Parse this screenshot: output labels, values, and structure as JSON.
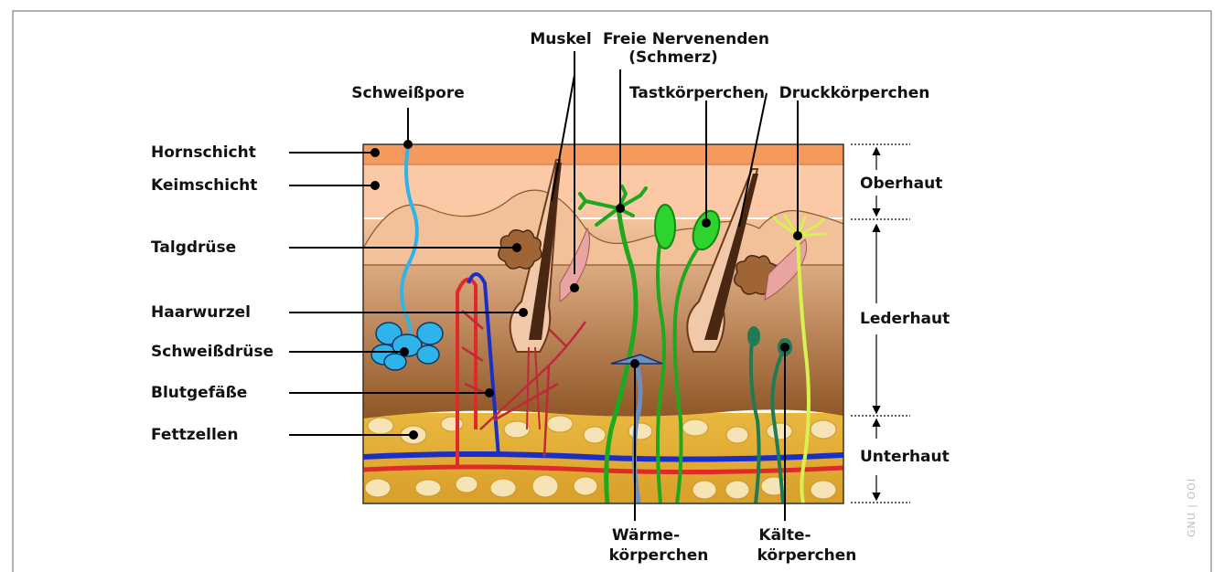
{
  "labels": {
    "left": {
      "hornschicht": "Hornschicht",
      "keimschicht": "Keimschicht",
      "talgdruese": "Talgdrüse",
      "haarwurzel": "Haarwurzel",
      "schweissdruese": "Schweißdrüse",
      "blutgefaesse": "Blutgefäße",
      "fettzellen": "Fettzellen"
    },
    "top": {
      "schweisspore": "Schweißpore",
      "muskel": "Muskel",
      "freie_nervenenden_1": "Freie Nervenenden",
      "freie_nervenenden_2": "(Schmerz)",
      "tastkoerperchen": "Tastkörperchen",
      "druckkoerperchen": "Druckkörperchen"
    },
    "bottom": {
      "waerme_1": "Wärme-",
      "waerme_2": "körperchen",
      "kaelte_1": "Kälte-",
      "kaelte_2": "körperchen"
    },
    "right": {
      "oberhaut": "Oberhaut",
      "lederhaut": "Lederhaut",
      "unterhaut": "Unterhaut"
    }
  },
  "credit": "GNU | OOI",
  "colors": {
    "hornschicht": "#f39a5c",
    "keimschicht": "#fbc9a6",
    "lederhaut_top": "#f3c49d",
    "lederhaut_bottom": "#9c6233",
    "unterhaut": "#e3ae3a",
    "fat_cell": "#f6e3b6",
    "vein": "#1a2fc8",
    "artery": "#e02a2a",
    "sweat": "#2fb3e8",
    "hair": "#4a2712",
    "nerve_green": "#1ea81e",
    "cold_receptor": "#1f7a55",
    "pressure_nerve": "#d8f050",
    "warm_receptor": "#6b8fc2"
  }
}
